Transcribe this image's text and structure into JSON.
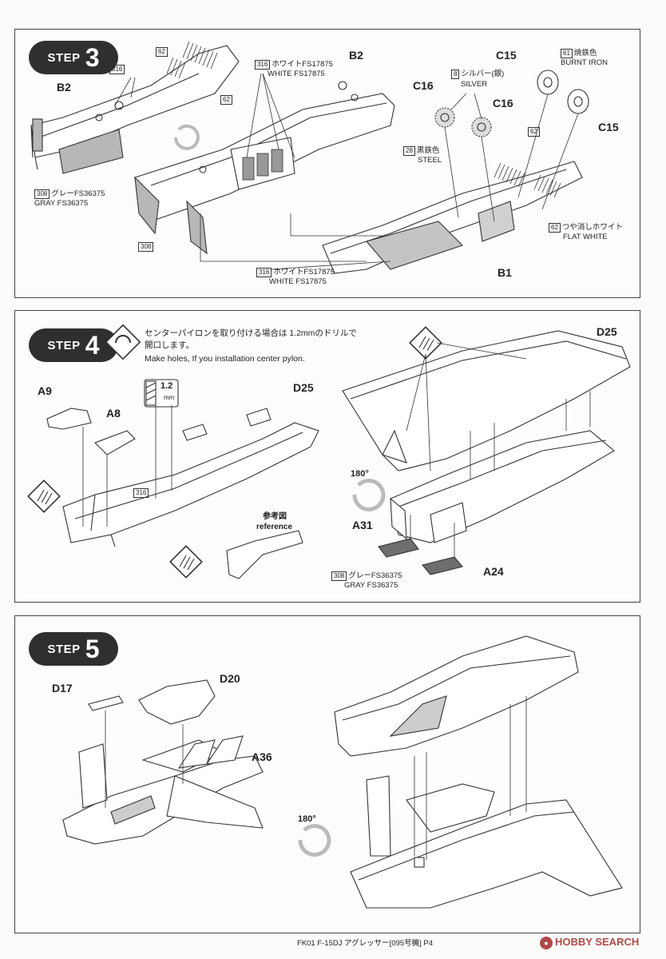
{
  "steps": {
    "s3": {
      "badge_label": "STEP",
      "number": "3",
      "parts": {
        "b2_left": "B2",
        "b2_right": "B2",
        "b1": "B1",
        "c15_top": "C15",
        "c15_right": "C15",
        "c16_left": "C16",
        "c16_right": "C16"
      },
      "callouts": {
        "c62_top": "62",
        "c62_mid": "62",
        "c62_right": "62",
        "c316_top": "316",
        "white_jp_top": "ホワイトFS17875",
        "white_en_top": "WHITE FS17875",
        "c8": "8",
        "silver_jp": "シルバー(銀)",
        "silver_en": "SILVER",
        "c61": "61",
        "burnt_jp": "焼鉄色",
        "burnt_en": "BURNT IRON",
        "c28": "28",
        "steel_jp": "黒鉄色",
        "steel_en": "STEEL",
        "c308_a": "308",
        "gray_jp_a": "グレーFS36375",
        "gray_en_a": "GRAY FS36375",
        "c308_b": "308",
        "c316_bottom": "316",
        "white_jp_bottom": "ホワイトFS17875",
        "white_en_bottom": "WHITE FS17875",
        "flat_jp": "つや消しホワイト",
        "flat_en": "FLAT WHITE",
        "c316_small": "316"
      }
    },
    "s4": {
      "badge_label": "STEP",
      "number": "4",
      "instruction_jp_1": "センターパイロンを取り付ける場合は 1.2mmのドリルで",
      "instruction_jp_2": "開口します。",
      "instruction_en": "Make holes, If you installation center pylon.",
      "drill_size": "1.2",
      "drill_unit": "mm",
      "parts": {
        "a9": "A9",
        "a8": "A8",
        "d25_left": "D25",
        "d25_right": "D25",
        "a31": "A31",
        "a24": "A24"
      },
      "reference_jp": "参考図",
      "reference_en": "reference",
      "rotate": "180°",
      "c316": "316",
      "c308": "308",
      "gray_jp": "グレーFS36375",
      "gray_en": "GRAY FS36375"
    },
    "s5": {
      "badge_label": "STEP",
      "number": "5",
      "parts": {
        "d17": "D17",
        "d20": "D20",
        "a36": "A36"
      },
      "rotate": "180°"
    }
  },
  "footer": "FK01 F-15DJ アグレッサー[095号機] P4",
  "logo": "HOBBY SEARCH",
  "colors": {
    "ink": "#222222",
    "badge": "#2f2f2f",
    "gray_fill": "#b7b7b7",
    "logo": "#b04848"
  }
}
